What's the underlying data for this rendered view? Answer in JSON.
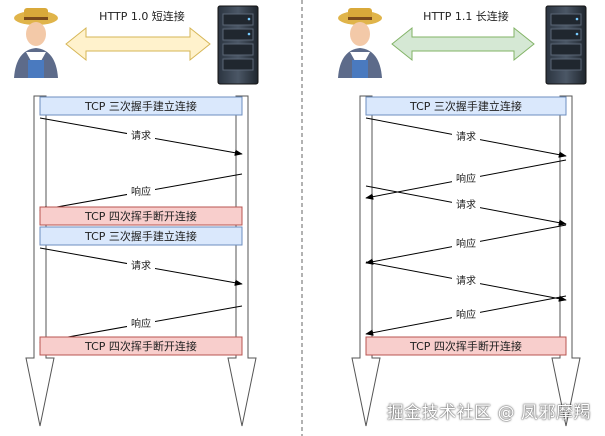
{
  "left": {
    "title": "HTTP 1.0 短连接",
    "steps": [
      {
        "kind": "box",
        "label": "TCP 三次握手建立连接",
        "style": "blue"
      },
      {
        "kind": "msg",
        "label": "请求",
        "dir": "right"
      },
      {
        "kind": "msg",
        "label": "响应",
        "dir": "left"
      },
      {
        "kind": "box",
        "label": "TCP 四次挥手断开连接",
        "style": "red"
      },
      {
        "kind": "box",
        "label": "TCP 三次握手建立连接",
        "style": "blue"
      },
      {
        "kind": "msg",
        "label": "请求",
        "dir": "right"
      },
      {
        "kind": "msg",
        "label": "响应",
        "dir": "left"
      },
      {
        "kind": "box",
        "label": "TCP 四次挥手断开连接",
        "style": "red"
      }
    ]
  },
  "right": {
    "title": "HTTP 1.1 长连接",
    "steps": [
      {
        "kind": "box",
        "label": "TCP 三次握手建立连接",
        "style": "blue"
      },
      {
        "kind": "msg",
        "label": "请求",
        "dir": "right"
      },
      {
        "kind": "msg",
        "label": "响应",
        "dir": "left"
      },
      {
        "kind": "msg",
        "label": "请求",
        "dir": "right"
      },
      {
        "kind": "msg",
        "label": "响应",
        "dir": "left"
      },
      {
        "kind": "msg",
        "label": "请求",
        "dir": "right"
      },
      {
        "kind": "msg",
        "label": "响应",
        "dir": "left"
      },
      {
        "kind": "box",
        "label": "TCP 四次挥手断开连接",
        "style": "red"
      }
    ]
  },
  "colors": {
    "box_blue_fill": "#dae8fc",
    "box_blue_stroke": "#6c8ebf",
    "box_red_fill": "#f8cecc",
    "box_red_stroke": "#b85450",
    "arrow_left_fill": "#fff2cc",
    "arrow_left_stroke": "#d6b656",
    "arrow_right_fill": "#d5e8d4",
    "arrow_right_stroke": "#82b366"
  },
  "icons": {
    "client": "farmer-client-icon",
    "server": "server-rack-icon"
  },
  "watermark": "掘金技术社区 @ 凤邪摩羯"
}
